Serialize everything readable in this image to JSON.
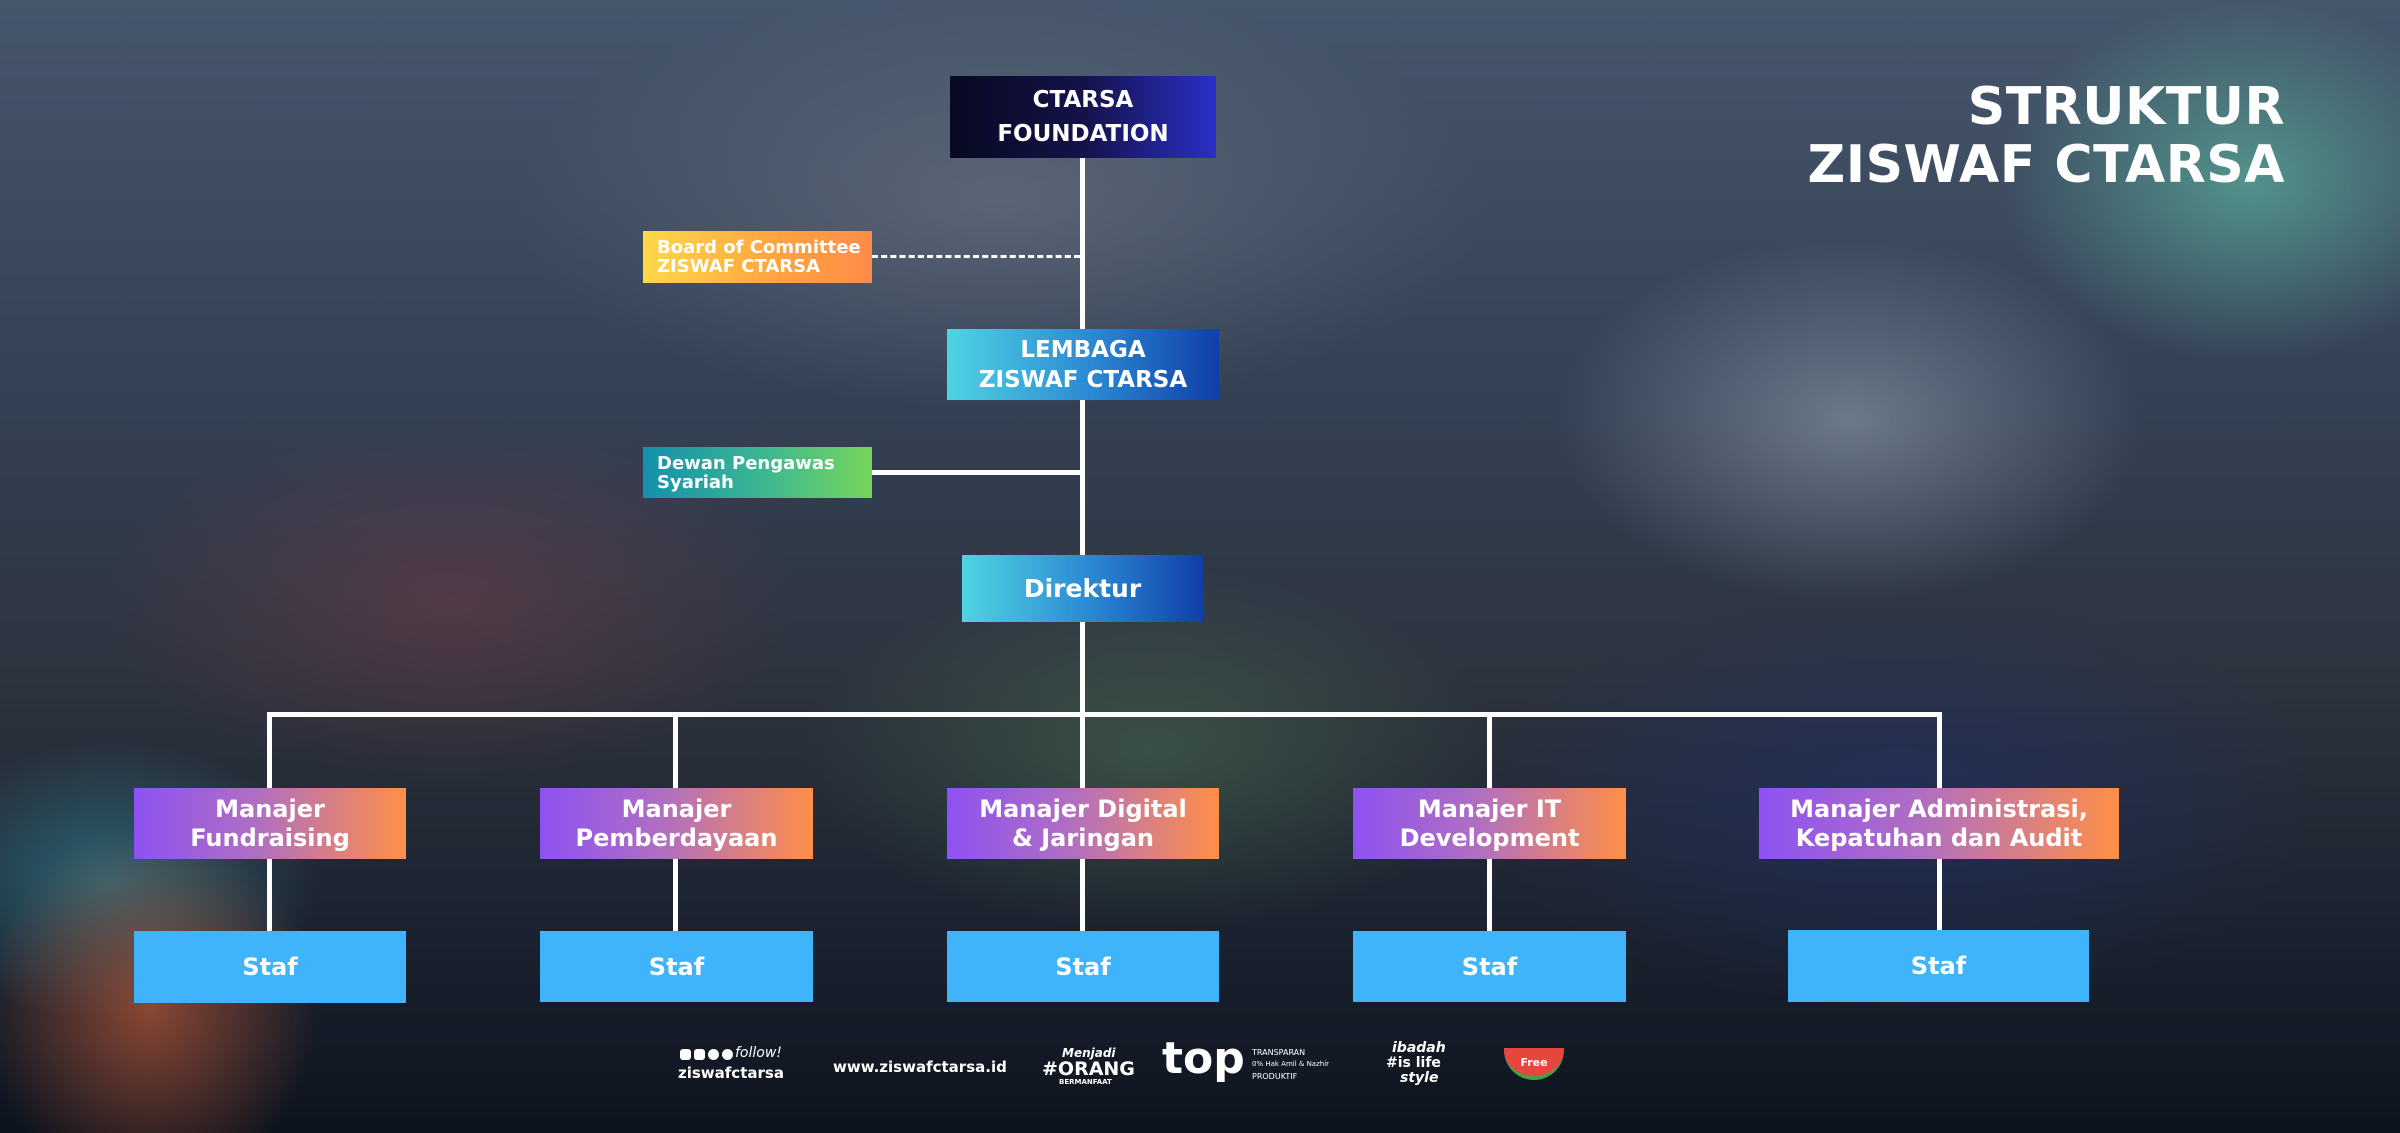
{
  "title": {
    "line1": "STRUKTUR",
    "line2": "ZISWAF CTARSA"
  },
  "nodes": {
    "foundation": "CTARSA\nFOUNDATION",
    "board": "Board of Committee\nZISWAF CTARSA",
    "lembaga": "LEMBAGA\nZISWAF CTARSA",
    "dewan": "Dewan Pengawas\nSyariah",
    "direktur": "Direktur",
    "managers": [
      "Manajer\nFundraising",
      "Manajer\nPemberdayaan",
      "Manajer Digital\n& Jaringan",
      "Manajer IT\nDevelopment",
      "Manajer Administrasi,\nKepatuhan dan Audit"
    ],
    "staf": [
      "Staf",
      "Staf",
      "Staf",
      "Staf",
      "Staf"
    ]
  },
  "footer": {
    "follow_label": "follow!",
    "social_handle": "ziswafctarsa",
    "website": "www.ziswafctarsa.id",
    "badge_menjadi": "Menjadi",
    "badge_orang": "#ORANG",
    "badge_bermanfaat": "BERMANFAAT",
    "top_logo": "top",
    "top_line1": "TRANSPARAN",
    "top_line2": "0% Hak Amil & Nazhir",
    "top_line3": "PRODUKTIF",
    "ibadah_line1": "ibadah",
    "ibadah_line2": "#is life",
    "ibadah_line3": "style",
    "free_badge": "Free"
  },
  "colors": {
    "connector": "#ffffff",
    "staf": "#3fb4fa",
    "manager_start": "#8e52f2",
    "manager_end": "#ff8f48"
  }
}
